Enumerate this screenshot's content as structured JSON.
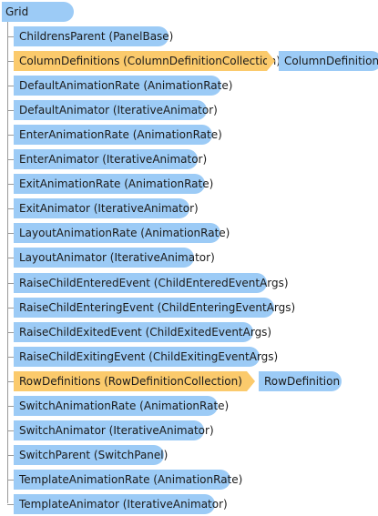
{
  "root": {
    "label": "Grid"
  },
  "members": [
    {
      "label": "ChildrensParent (PanelBase)",
      "highlighted": false
    },
    {
      "label": "ColumnDefinitions (ColumnDefinitionCollection)",
      "highlighted": true,
      "target": "ColumnDefinition"
    },
    {
      "label": "DefaultAnimationRate (AnimationRate)",
      "highlighted": false
    },
    {
      "label": "DefaultAnimator (IterativeAnimator)",
      "highlighted": false
    },
    {
      "label": "EnterAnimationRate (AnimationRate)",
      "highlighted": false
    },
    {
      "label": "EnterAnimator (IterativeAnimator)",
      "highlighted": false
    },
    {
      "label": "ExitAnimationRate (AnimationRate)",
      "highlighted": false
    },
    {
      "label": "ExitAnimator (IterativeAnimator)",
      "highlighted": false
    },
    {
      "label": "LayoutAnimationRate (AnimationRate)",
      "highlighted": false
    },
    {
      "label": "LayoutAnimator (IterativeAnimator)",
      "highlighted": false
    },
    {
      "label": "RaiseChildEnteredEvent (ChildEnteredEventArgs)",
      "highlighted": false
    },
    {
      "label": "RaiseChildEnteringEvent (ChildEnteringEventArgs)",
      "highlighted": false
    },
    {
      "label": "RaiseChildExitedEvent (ChildExitedEventArgs)",
      "highlighted": false
    },
    {
      "label": "RaiseChildExitingEvent (ChildExitingEventArgs)",
      "highlighted": false
    },
    {
      "label": "RowDefinitions (RowDefinitionCollection)",
      "highlighted": true,
      "target": "RowDefinition"
    },
    {
      "label": "SwitchAnimationRate (AnimationRate)",
      "highlighted": false
    },
    {
      "label": "SwitchAnimator (IterativeAnimator)",
      "highlighted": false
    },
    {
      "label": "SwitchParent (SwitchPanel)",
      "highlighted": false
    },
    {
      "label": "TemplateAnimationRate (AnimationRate)",
      "highlighted": false
    },
    {
      "label": "TemplateAnimator (IterativeAnimator)",
      "highlighted": false
    }
  ],
  "colors": {
    "node": "#9ccbf6",
    "highlight": "#fbca6c",
    "connector": "#9a9a9a"
  }
}
